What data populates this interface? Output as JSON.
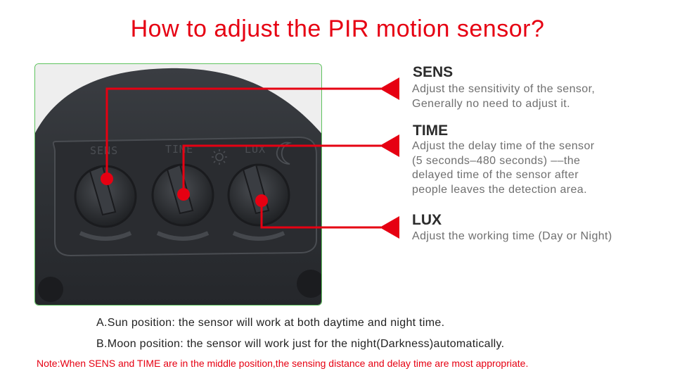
{
  "title": "How to adjust the PIR motion sensor?",
  "photo": {
    "knob_labels": [
      "SENS",
      "TIME",
      "LUX"
    ],
    "icons": [
      "sun-icon",
      "moon-icon"
    ]
  },
  "settings": [
    {
      "heading": "SENS",
      "description": "Adjust the sensitivity of the sensor,\nGenerally no need to adjust it."
    },
    {
      "heading": "TIME",
      "description": "Adjust the delay time of the sensor\n(5 seconds–480 seconds) ––the\ndelayed time of the sensor after\npeople leaves the detection area."
    },
    {
      "heading": "LUX",
      "description": "Adjust the working time (Day or Night)"
    }
  ],
  "info": {
    "sun": "A.Sun position: the sensor will work at both daytime and night time.",
    "moon": "B.Moon position: the sensor will work just for the night(Darkness)automatically."
  },
  "note": "Note:When SENS and TIME are in the middle position,the sensing distance and delay time are most appropriate.",
  "colors": {
    "accent": "#e60012",
    "frame": "#5ec35e",
    "heading": "#2b2b2b",
    "body": "#6f6f6f"
  }
}
